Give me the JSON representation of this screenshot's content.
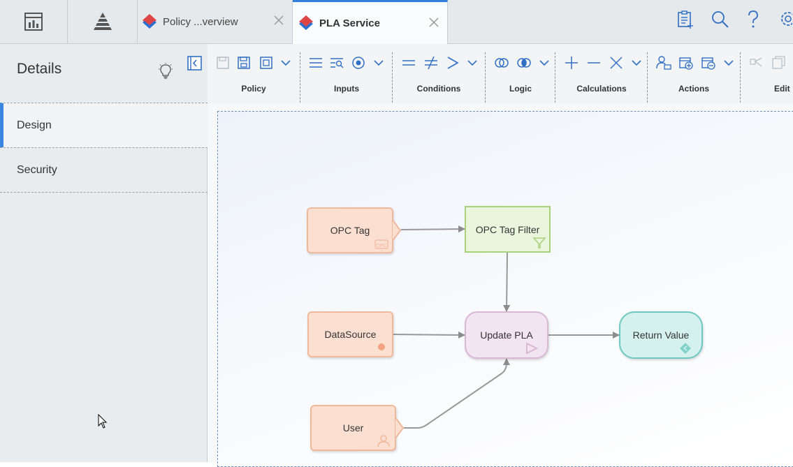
{
  "tabs": {
    "app_tabs": [
      {
        "icon": "dashboard-icon"
      },
      {
        "icon": "pyramid-icon"
      }
    ],
    "document_tabs": [
      {
        "label": "Policy ...verview",
        "icon": "policy-diamond-icon",
        "active": false
      },
      {
        "label": "PLA Service",
        "icon": "policy-diamond-icon",
        "active": true
      }
    ],
    "right_icons": [
      "checklist-icon",
      "search-icon",
      "help-icon",
      "gear-icon"
    ]
  },
  "details": {
    "title": "Details",
    "items": [
      {
        "label": "Design",
        "active": true
      },
      {
        "label": "Security",
        "active": false
      }
    ]
  },
  "ribbon": {
    "groups": [
      {
        "label": "Policy",
        "icons": [
          "save-icon",
          "save-as-icon",
          "save-version-icon",
          "chevron-down-icon"
        ]
      },
      {
        "label": "Inputs",
        "icons": [
          "list-icon",
          "query-icon",
          "point-icon",
          "chevron-down-icon"
        ]
      },
      {
        "label": "Conditions",
        "icons": [
          "equals-icon",
          "not-equals-icon",
          "greater-than-icon",
          "chevron-down-icon"
        ]
      },
      {
        "label": "Logic",
        "icons": [
          "and-icon",
          "or-icon",
          "chevron-down-icon"
        ]
      },
      {
        "label": "Calculations",
        "icons": [
          "plus-icon",
          "minus-icon",
          "multiply-icon",
          "chevron-down-icon"
        ]
      },
      {
        "label": "Actions",
        "icons": [
          "person-action-icon",
          "add-event-icon",
          "remove-event-icon",
          "chevron-down-icon"
        ]
      },
      {
        "label": "Edit",
        "icons": [
          "copy-node-icon",
          "duplicate-icon"
        ]
      }
    ]
  },
  "diagram": {
    "nodes": [
      {
        "id": "opc-tag",
        "label": "OPC Tag",
        "kind": "input",
        "badge": "OPC"
      },
      {
        "id": "opc-tag-filter",
        "label": "OPC Tag Filter",
        "kind": "filter"
      },
      {
        "id": "datasource",
        "label": "DataSource",
        "kind": "input"
      },
      {
        "id": "update-pla",
        "label": "Update PLA",
        "kind": "action"
      },
      {
        "id": "return-value",
        "label": "Return Value",
        "kind": "return"
      },
      {
        "id": "user",
        "label": "User",
        "kind": "input"
      }
    ],
    "edges": [
      {
        "from": "opc-tag",
        "to": "opc-tag-filter"
      },
      {
        "from": "opc-tag-filter",
        "to": "update-pla"
      },
      {
        "from": "datasource",
        "to": "update-pla"
      },
      {
        "from": "update-pla",
        "to": "return-value"
      },
      {
        "from": "user",
        "to": "update-pla"
      }
    ]
  },
  "colors": {
    "accent": "#3a86e0",
    "input_fill": "#fbe0d2",
    "filter_fill": "#eaf5dd",
    "action_fill": "#f3e4f1",
    "return_fill": "#d5f1ee",
    "diamond_red": "#e04545",
    "diamond_blue": "#2a6fd0"
  }
}
